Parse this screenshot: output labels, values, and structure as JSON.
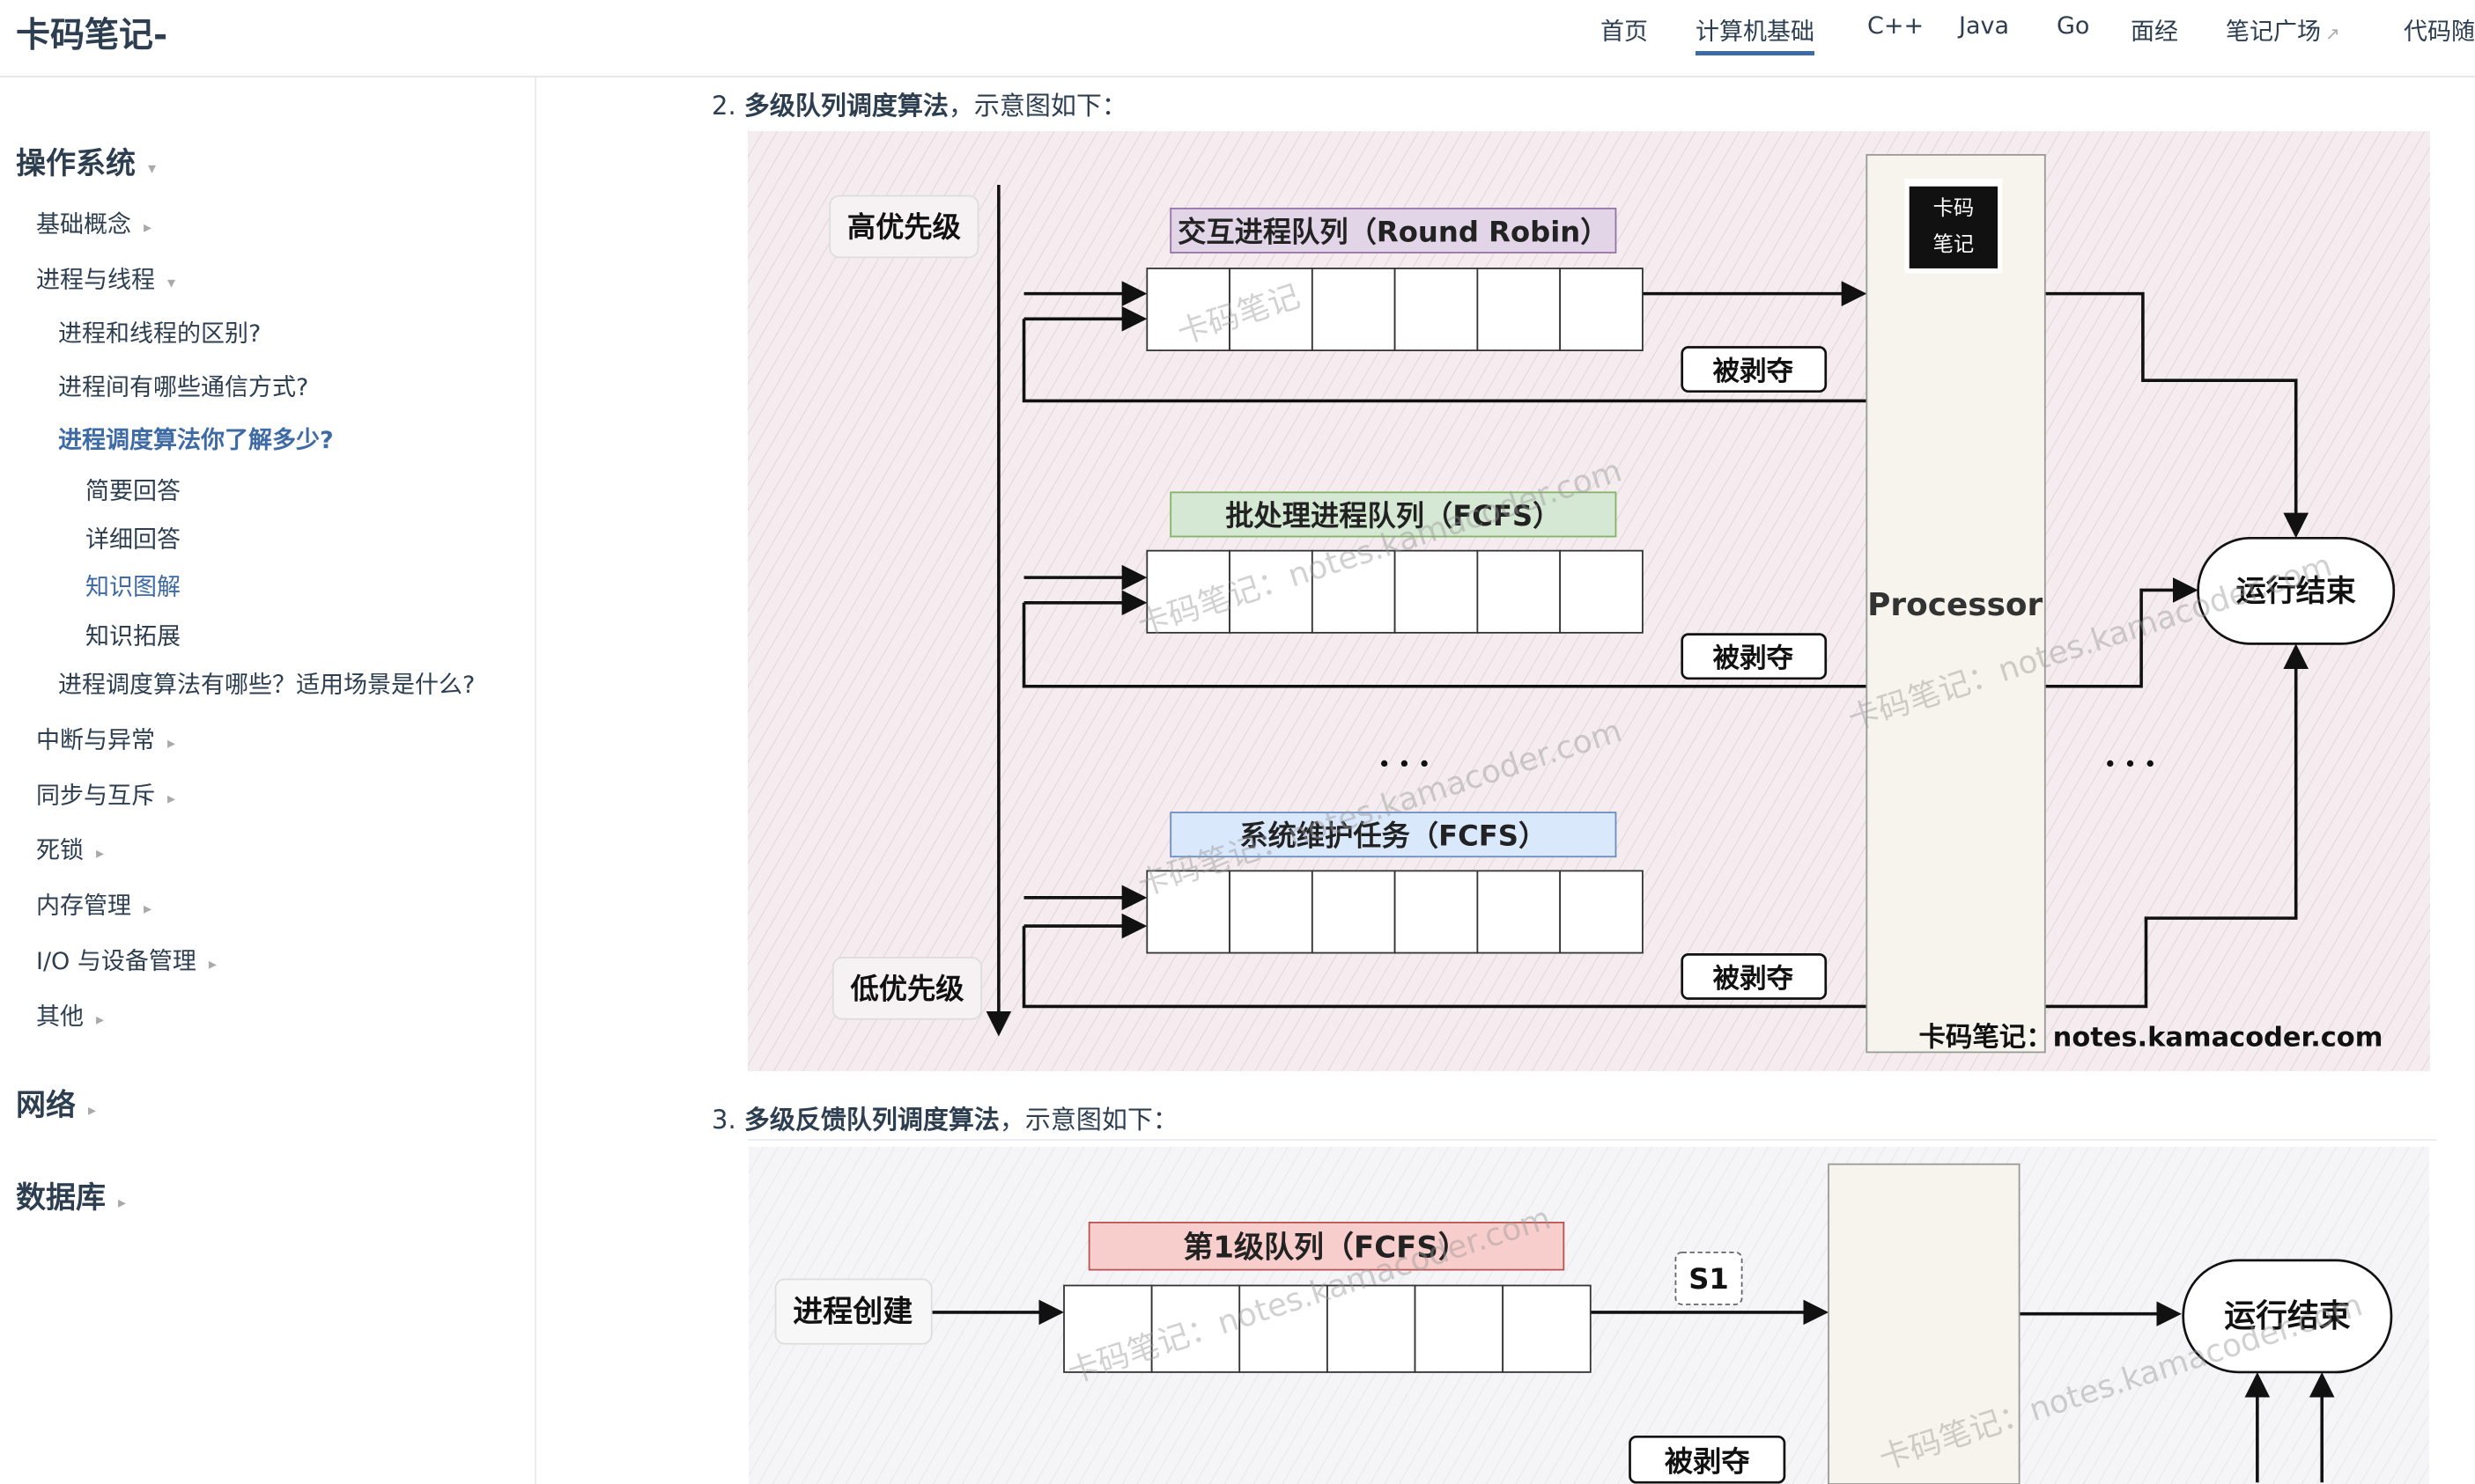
{
  "header": {
    "logo": "卡码笔记-",
    "nav": [
      {
        "label": "首页"
      },
      {
        "label": "计算机基础",
        "active": true
      },
      {
        "label": "C++"
      },
      {
        "label": "Java"
      },
      {
        "label": "Go"
      },
      {
        "label": "面经"
      },
      {
        "label": "笔记广场",
        "external": true
      },
      {
        "label": "代码随"
      }
    ],
    "external_icon": "↗"
  },
  "sidebar": {
    "items": [
      {
        "label": "操作系统",
        "arrow": "▾"
      },
      {
        "label": "基础概念",
        "arrow": "▸"
      },
      {
        "label": "进程与线程",
        "arrow": "▾"
      },
      {
        "label": "进程和线程的区别?"
      },
      {
        "label": "进程间有哪些通信方式?"
      },
      {
        "label": "进程调度算法你了解多少?",
        "active": true
      },
      {
        "label": "简要回答"
      },
      {
        "label": "详细回答"
      },
      {
        "label": "知识图解",
        "active": true
      },
      {
        "label": "知识拓展"
      },
      {
        "label": "进程调度算法有哪些？适用场景是什么?"
      },
      {
        "label": "中断与异常",
        "arrow": "▸"
      },
      {
        "label": "同步与互斥",
        "arrow": "▸"
      },
      {
        "label": "死锁",
        "arrow": "▸"
      },
      {
        "label": "内存管理",
        "arrow": "▸"
      },
      {
        "label": "I/O 与设备管理",
        "arrow": "▸"
      },
      {
        "label": "其他",
        "arrow": "▸"
      },
      {
        "label": "网络",
        "arrow": "▸"
      },
      {
        "label": "数据库",
        "arrow": "▸"
      }
    ]
  },
  "content": {
    "s2_num": "2. ",
    "s2_bold": "多级队列调度算法",
    "s2_rest": "，示意图如下：",
    "s3_num": "3. ",
    "s3_bold": "多级反馈队列调度算法",
    "s3_rest": "，示意图如下：",
    "d1": {
      "high": "高优先级",
      "low": "低优先级",
      "q1": "交互进程队列（Round Robin）",
      "q2": "批处理进程队列（FCFS）",
      "q3": "系统维护任务（FCFS）",
      "preempt": "被剥夺",
      "processor": "Processor",
      "end": "运行结束",
      "dots": "• • •",
      "logo1": "卡码",
      "logo2": "笔记",
      "footer": "卡码笔记：notes.kamacoder.com",
      "wm1": "卡码笔记",
      "wm2": "卡码笔记：notes.kamacoder.com"
    },
    "d2": {
      "create": "进程创建",
      "q1": "第1级队列（FCFS）",
      "s1": "S1",
      "end": "运行结束",
      "preempt": "被剥夺",
      "wm": "卡码笔记：notes.kamacoder.com"
    }
  },
  "colors": {
    "accent": "#3e6aa6",
    "q_purple": "#e1d5e7",
    "q_green": "#d5e8d4",
    "q_blue": "#dae8fc",
    "q_red": "#f8cecc"
  }
}
